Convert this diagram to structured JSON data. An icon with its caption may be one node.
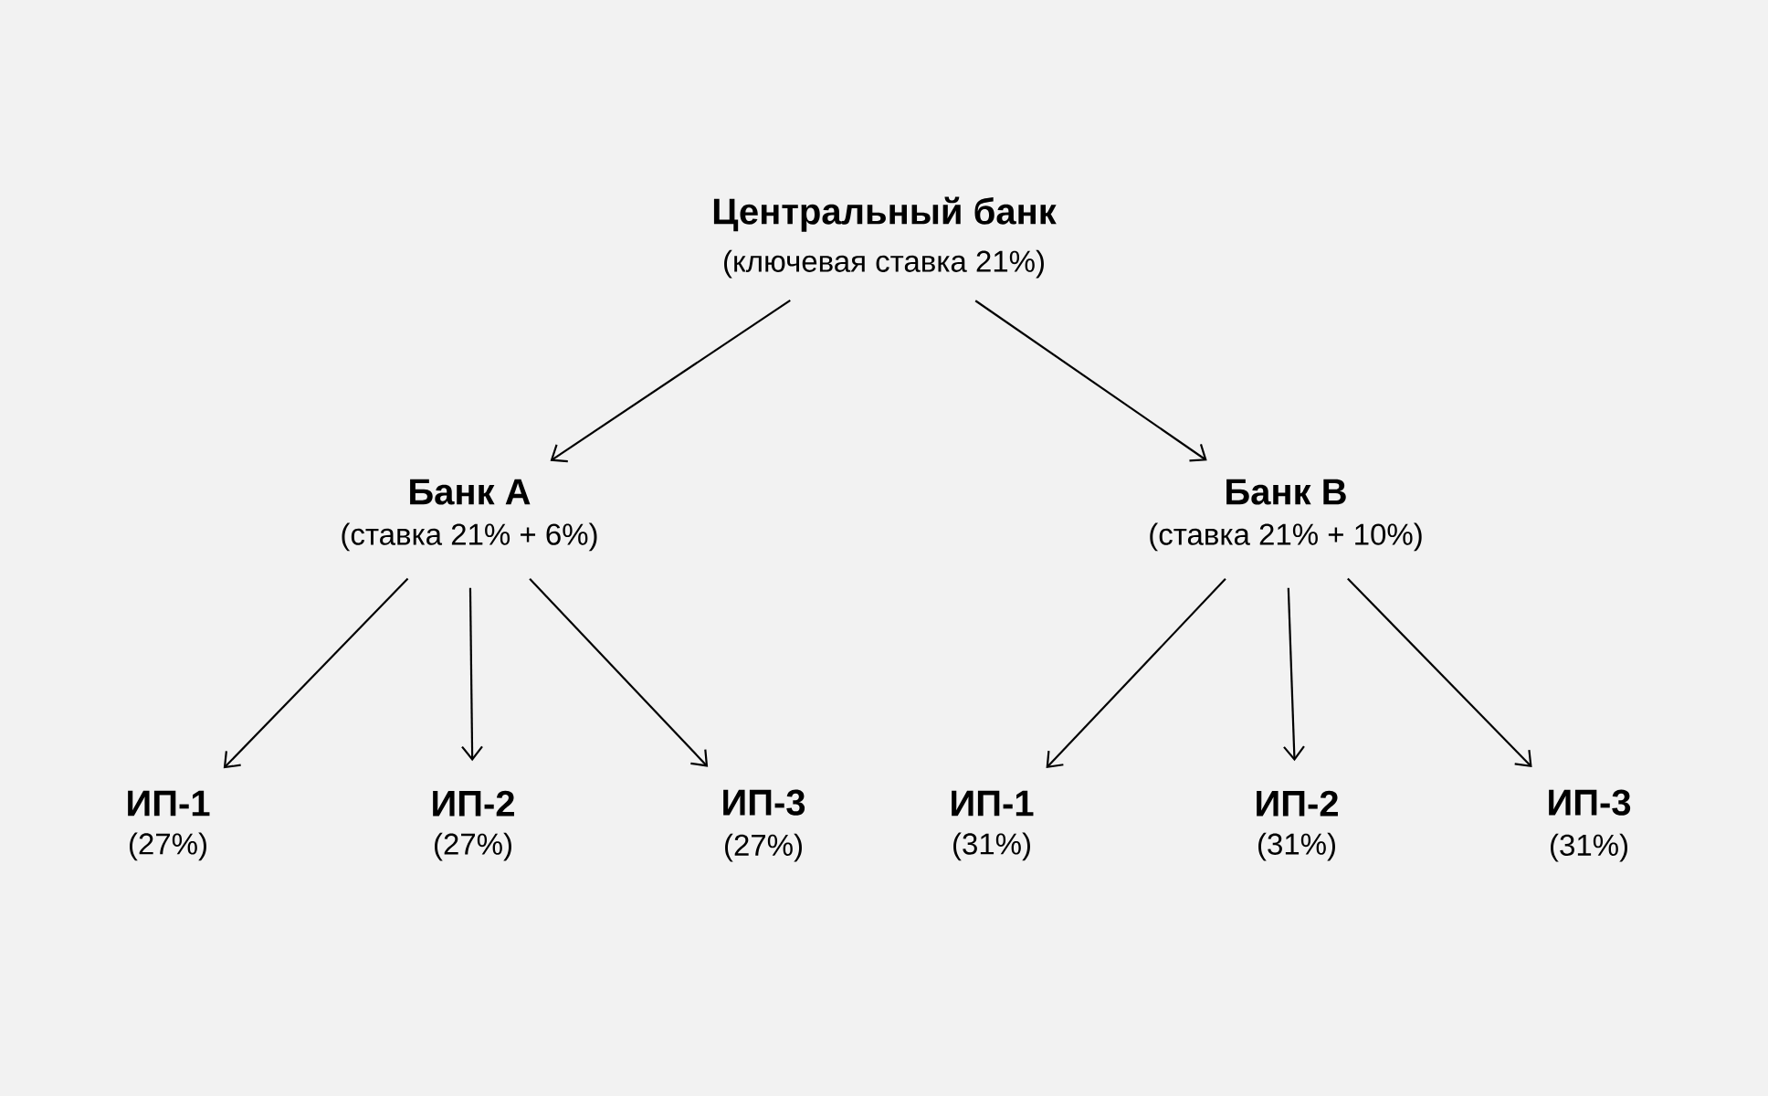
{
  "diagram": {
    "nodes": [
      {
        "text": [
          "Центральный банк",
          "(ключевая ставка 21%)"
        ]
      },
      {
        "text": [
          "Банк А",
          "(ставка 21% + 6%)"
        ]
      },
      {
        "text": [
          "Банк В",
          "(ставка 21% + 10%)"
        ]
      },
      {
        "text": [
          "ИП-1",
          "(27%)"
        ]
      },
      {
        "text": [
          "ИП-2",
          "(27%)"
        ]
      },
      {
        "text": [
          "ИП-3",
          "(27%)"
        ]
      },
      {
        "text": [
          "ИП-1",
          "(31%)"
        ]
      },
      {
        "text": [
          "ИП-2",
          "(31%)"
        ]
      },
      {
        "text": [
          "ИП-3",
          "(31%)"
        ]
      }
    ],
    "edges": [
      {
        "from": 0,
        "to": 1,
        "arrow": "to"
      },
      {
        "from": 0,
        "to": 2,
        "arrow": "to"
      },
      {
        "from": 1,
        "to": 3,
        "arrow": "to"
      },
      {
        "from": 1,
        "to": 4,
        "arrow": "to"
      },
      {
        "from": 1,
        "to": 5,
        "arrow": "to"
      },
      {
        "from": 2,
        "to": 6,
        "arrow": "to"
      },
      {
        "from": 2,
        "to": 7,
        "arrow": "to"
      },
      {
        "from": 2,
        "to": 8,
        "arrow": "to"
      }
    ]
  }
}
